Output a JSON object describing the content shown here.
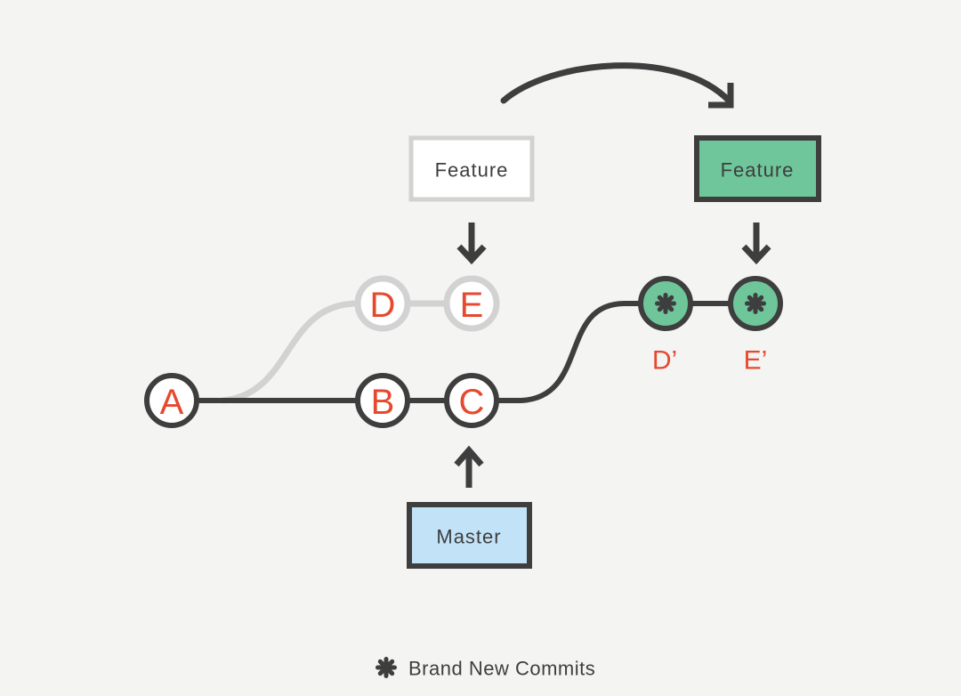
{
  "colors": {
    "background": "#f4f4f3",
    "dark": "#3e3e3e",
    "light_gray": "#d2d2d2",
    "green": "#6fc69a",
    "blue": "#c2e2f8",
    "red": "#e5492e",
    "white": "#ffffff"
  },
  "branches": {
    "feature_before": {
      "label": "Feature"
    },
    "feature_after": {
      "label": "Feature"
    },
    "master": {
      "label": "Master"
    }
  },
  "commits": {
    "master": [
      {
        "label": "A"
      },
      {
        "label": "B"
      },
      {
        "label": "C"
      }
    ],
    "feature_before": [
      {
        "label": "D"
      },
      {
        "label": "E"
      }
    ],
    "feature_after": [
      {
        "label": "D’",
        "icon": "new-commit-asterisk"
      },
      {
        "label": "E’",
        "icon": "new-commit-asterisk"
      }
    ]
  },
  "icons": {
    "new_commit": "eight-petal-asterisk ✻"
  },
  "legend": {
    "icon": "new-commit-asterisk",
    "text": "Brand New Commits"
  }
}
